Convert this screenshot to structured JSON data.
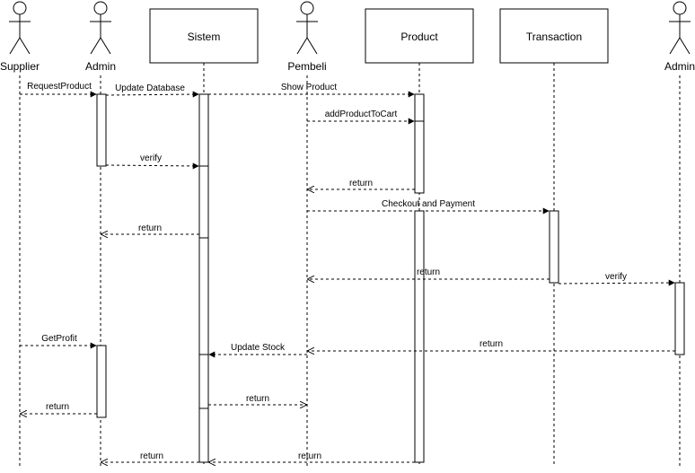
{
  "participants": {
    "supplier": "Supplier",
    "admin": "Admin",
    "sistem": "Sistem",
    "pembeli": "Pembeli",
    "product": "Product",
    "transaction": "Transaction",
    "admin2": "Admin"
  },
  "messages": {
    "request_product": "RequestProduct",
    "update_database": "Update Database",
    "show_product": "Show Product",
    "add_product_to_cart": "addProductToCart",
    "verify1": "verify",
    "return_product_pembeli": "return",
    "checkout_payment": "Checkout and Payment",
    "return_sistem_admin": "return",
    "return_transaction_pembeli": "return",
    "verify2": "verify",
    "get_profit": "GetProfit",
    "update_stock": "Update Stock",
    "return_admin2_pembeli": "return",
    "return_sistem_pembeli": "return",
    "return_admin_supplier": "return",
    "return_sistem_admin_final": "return",
    "return_product_sistem": "return"
  }
}
